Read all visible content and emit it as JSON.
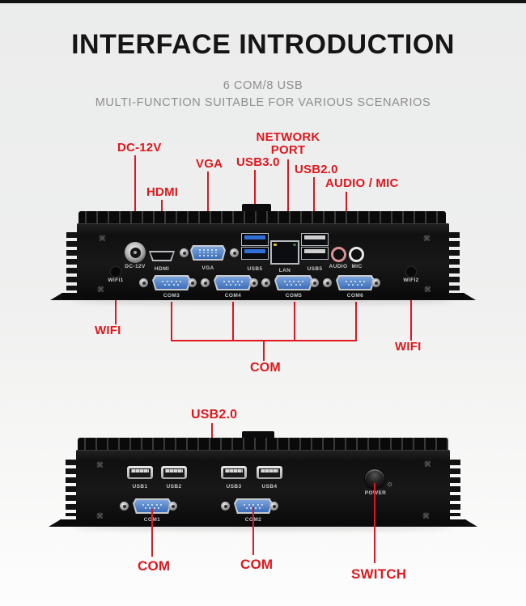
{
  "header": {
    "title": "INTERFACE INTRODUCTION",
    "subtitle1": "6 COM/8 USB",
    "subtitle2": "MULTI-FUNCTION SUITABLE FOR VARIOUS SCENARIOS"
  },
  "colors": {
    "accent_red": "#e2161c",
    "background_gray": "#ededec",
    "device_black": "#111111",
    "usb3_blue": "#2f6fd6",
    "connector_blue": "#4a7ec8",
    "audio_ring_pink": "#dc9193",
    "mic_ring_white": "#e7e7e4"
  },
  "top_view": {
    "annotations": {
      "dc": "DC-12V",
      "hdmi": "HDMI",
      "vga": "VGA",
      "usb3": "USB3.0",
      "network1": "NETWORK",
      "network2": "PORT",
      "usb2": "USB2.0",
      "audio_mic": "AUDIO / MIC",
      "wifi_left": "WIFI",
      "wifi_right": "WIFI",
      "com": "COM"
    },
    "ports": {
      "dc": "DC-12V",
      "hdmi": "HDMI",
      "vga": "VGA",
      "usb_blue": "USB5",
      "lan": "LAN",
      "usb_gray": "USB5",
      "audio": "AUDIO",
      "mic": "MIC",
      "wifi1": "WIFI1",
      "wifi2": "WIFI2",
      "com3": "COM3",
      "com4": "COM4",
      "com5": "COM5",
      "com6": "COM6"
    }
  },
  "bottom_view": {
    "annotations": {
      "usb2": "USB2.0",
      "com_left": "COM",
      "com_right": "COM",
      "switch": "SWITCH"
    },
    "ports": {
      "usb1": "USB1",
      "usb2": "USB2",
      "usb3": "USB3",
      "usb4": "USB4",
      "power": "POWER",
      "com1": "COM1",
      "com2": "COM2"
    }
  }
}
